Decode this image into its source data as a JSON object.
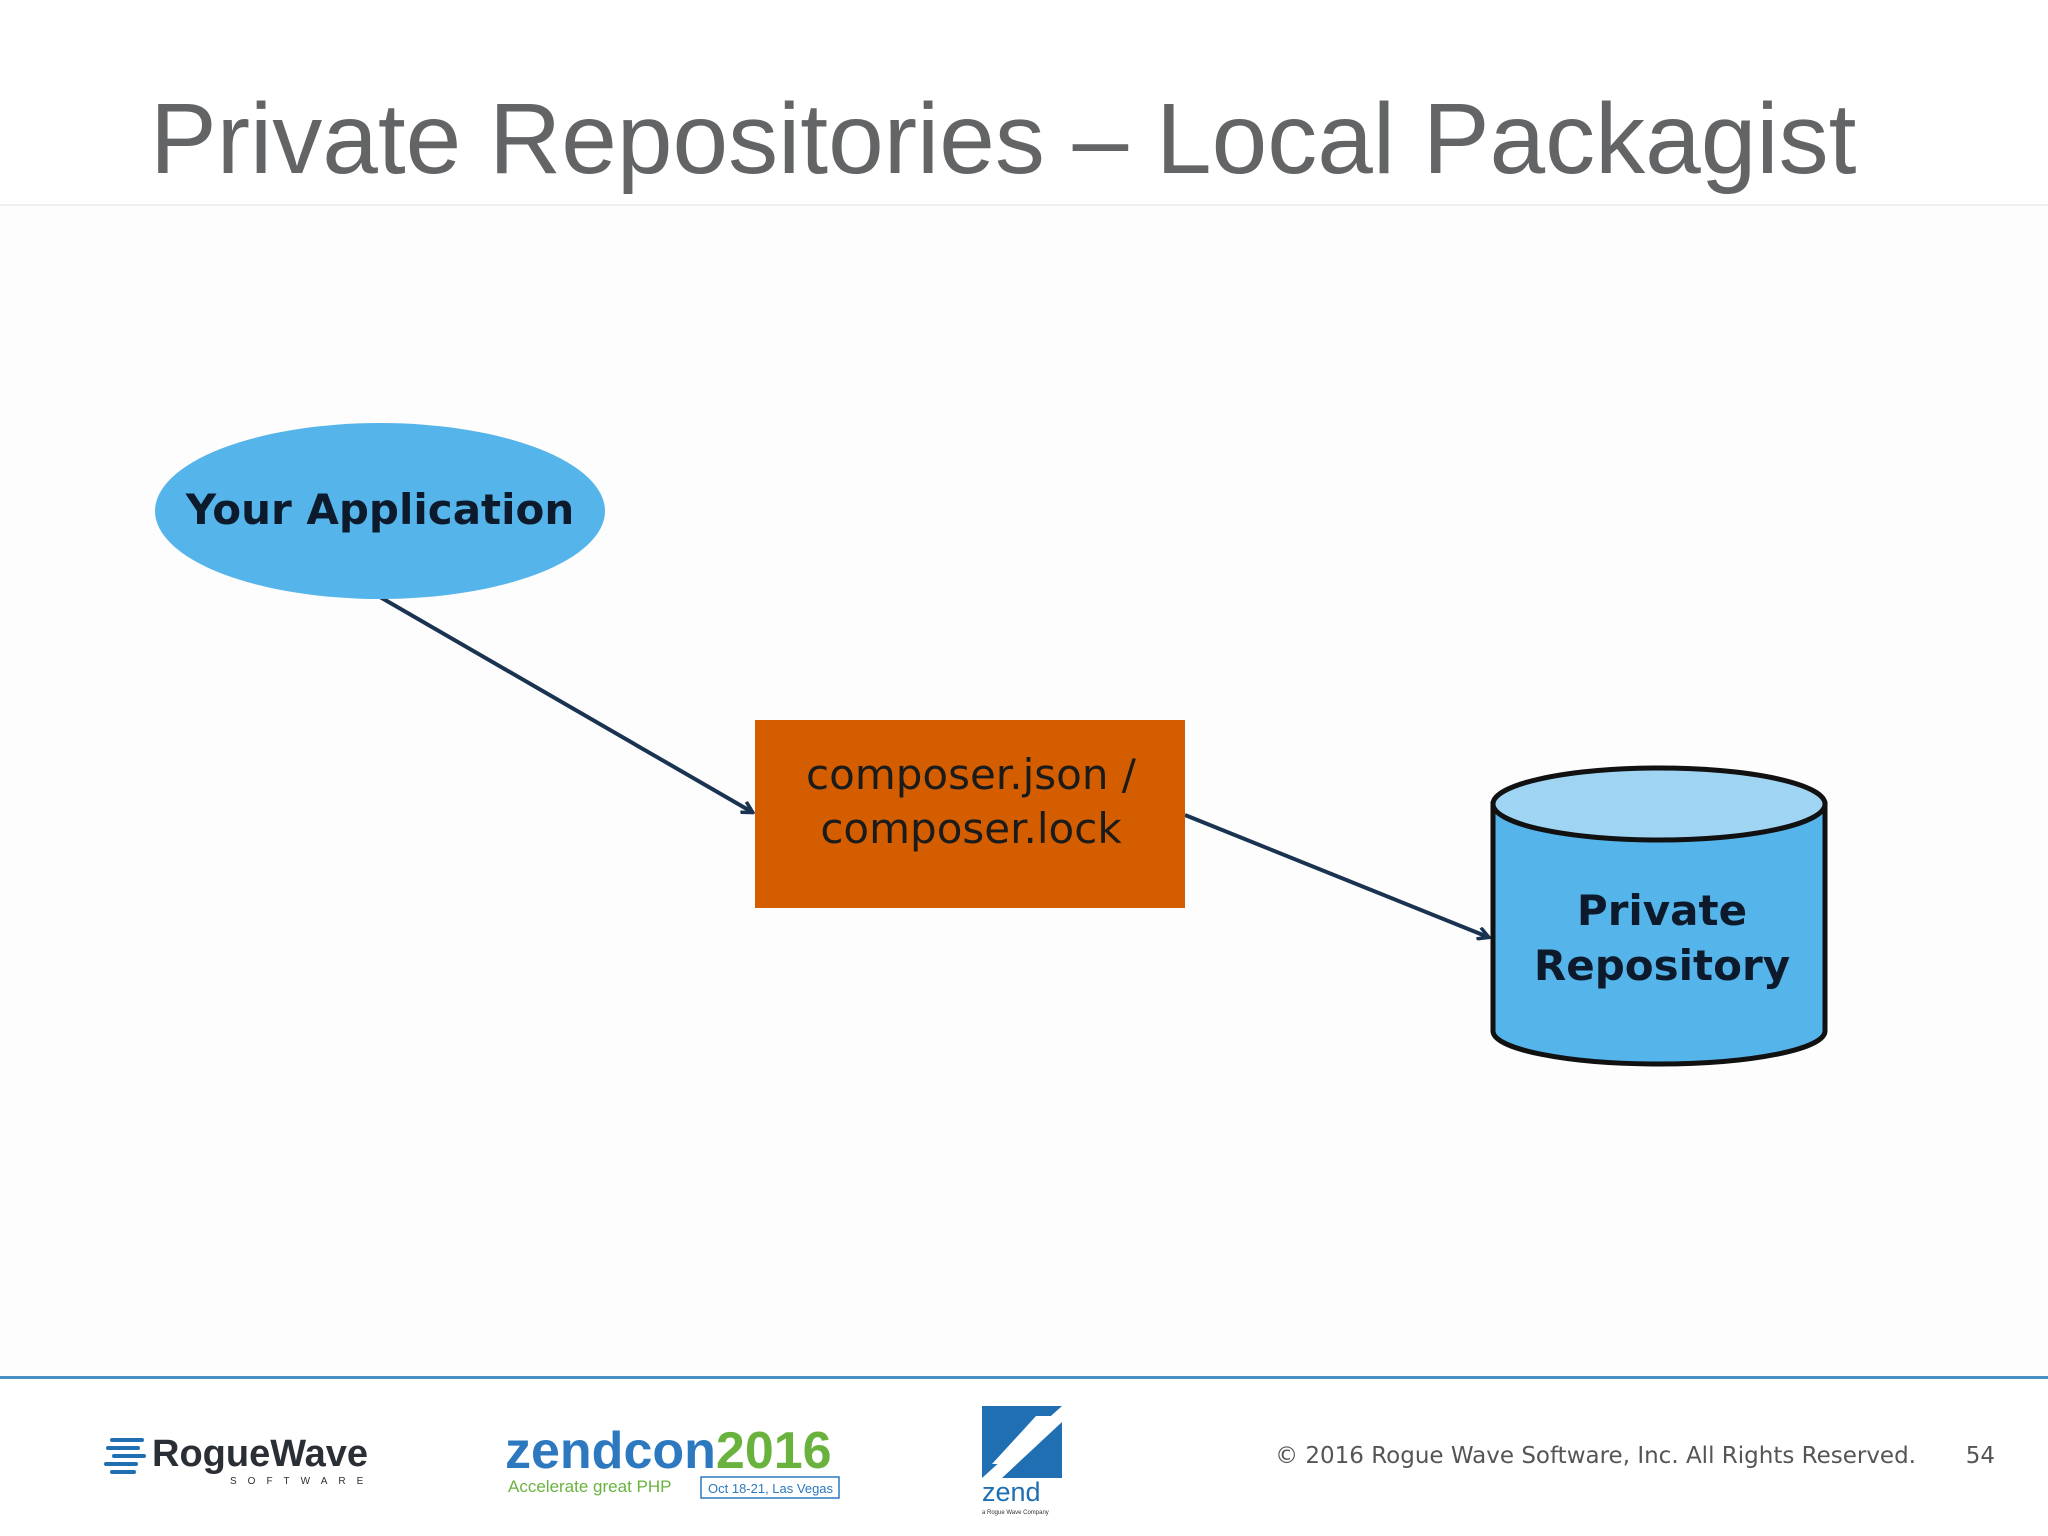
{
  "slide": {
    "title": "Private Repositories – Local Packagist",
    "copyright": "© 2016 Rogue Wave Software, Inc. All Rights Reserved.",
    "page_number": "54"
  },
  "diagram": {
    "app_node": {
      "label": "Your Application",
      "color": "#55b4e9"
    },
    "lock_node": {
      "line1": "composer.json /",
      "line2": "composer.lock",
      "color": "#d45d00"
    },
    "repo_node": {
      "line1": "Private",
      "line2": "Repository",
      "color": "#55b4e9",
      "top_color": "#9fd4f3"
    },
    "connector_color": "#1a3350"
  },
  "footer_logos": {
    "roguewave": {
      "name": "RogueWave",
      "tagline": "SOFTWARE"
    },
    "zendcon": {
      "name": "zendcon",
      "year": "2016",
      "tagline": "Accelerate great PHP",
      "dates": "Oct 18-21, Las Vegas"
    },
    "zend": {
      "name": "zend",
      "tagline": "a Rogue Wave Company"
    }
  }
}
